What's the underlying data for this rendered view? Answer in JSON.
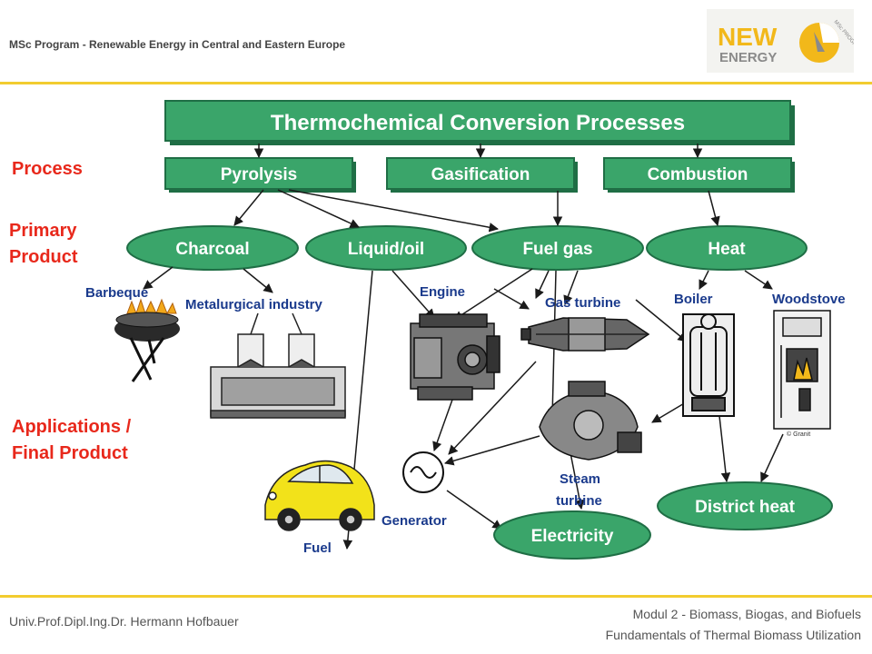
{
  "header": {
    "program": "MSc Program - Renewable Energy in Central and Eastern Europe",
    "logo_line1": "NEW",
    "logo_line2": "ENERGY",
    "logo_arc": "MSc PROGRAM"
  },
  "labels": {
    "process": "Process",
    "primary_line1": "Primary",
    "primary_line2": "Product",
    "applications_line1": "Applications /",
    "applications_line2": "Final Product"
  },
  "diagram": {
    "title": "Thermochemical Conversion Processes",
    "processes": [
      "Pyrolysis",
      "Gasification",
      "Combustion"
    ],
    "products": [
      "Charcoal",
      "Liquid/oil",
      "Fuel gas",
      "Heat"
    ],
    "applications": {
      "barbeque": "Barbeque",
      "metallurgical": "Metalurgical industry",
      "engine": "Engine",
      "gas_turbine": "Gas turbine",
      "boiler": "Boiler",
      "woodstove": "Woodstove",
      "steam_turbine_line1": "Steam",
      "steam_turbine_line2": "turbine",
      "generator": "Generator",
      "fuel": "Fuel",
      "electricity": "Electricity",
      "district_heat": "District heat",
      "copyright": "© Granit"
    },
    "colors": {
      "green": "#3aa56a",
      "green_dark": "#1f6e45",
      "arrow": "#1a1a1a",
      "label_red": "#e8281b",
      "app_blue": "#1a3a8c",
      "gold": "#f2cc2f"
    }
  },
  "footer": {
    "author": "Univ.Prof.Dipl.Ing.Dr. Hermann Hofbauer",
    "module": "Modul 2 - Biomass, Biogas, and Biofuels",
    "course": "Fundamentals of Thermal Biomass Utilization"
  }
}
